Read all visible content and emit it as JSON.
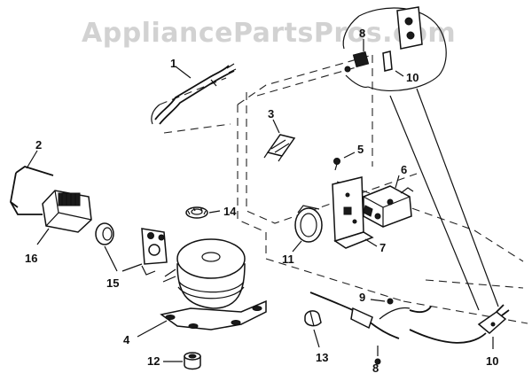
{
  "watermark": "AppliancePartsPros.com",
  "callouts": {
    "c1": "1",
    "c2": "2",
    "c3": "3",
    "c4": "4",
    "c5": "5",
    "c6": "6",
    "c7": "7",
    "c8a": "8",
    "c8b": "8",
    "c9": "9",
    "c10a": "10",
    "c10b": "10",
    "c11": "11",
    "c12": "12",
    "c13": "13",
    "c14": "14",
    "c15": "15",
    "c16": "16"
  }
}
